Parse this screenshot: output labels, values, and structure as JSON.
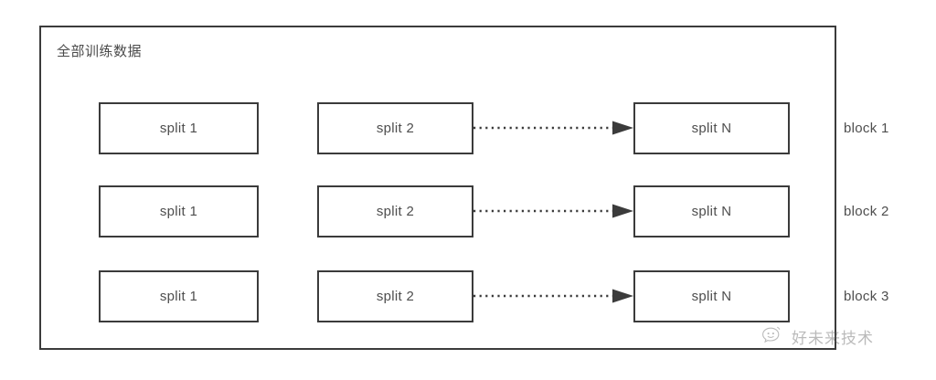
{
  "diagram": {
    "type": "block-split-diagram",
    "title": "全部训练数据",
    "columns": [
      {
        "id": "col-1",
        "label": "split 1"
      },
      {
        "id": "col-2",
        "label": "split 2"
      },
      {
        "id": "col-3",
        "label": "split N"
      }
    ],
    "rows": [
      {
        "block_label": "block 1",
        "cells": [
          {
            "label": "split 1"
          },
          {
            "label": "split 2"
          },
          {
            "label": "split N"
          }
        ],
        "connector": {
          "style": "dotted",
          "arrowhead": "solid-triangle",
          "from": "split 2",
          "to": "split N"
        }
      },
      {
        "block_label": "block 2",
        "cells": [
          {
            "label": "split 1"
          },
          {
            "label": "split 2"
          },
          {
            "label": "split N"
          }
        ],
        "connector": {
          "style": "dotted",
          "arrowhead": "solid-triangle",
          "from": "split 2",
          "to": "split N"
        }
      },
      {
        "block_label": "block 3",
        "cells": [
          {
            "label": "split 1"
          },
          {
            "label": "split 2"
          },
          {
            "label": "split N"
          }
        ],
        "connector": {
          "style": "dotted",
          "arrowhead": "solid-triangle",
          "from": "split 2",
          "to": "split N"
        }
      }
    ]
  },
  "watermark": {
    "icon": "wechat-logo-icon",
    "text": "好未来技术"
  },
  "colors": {
    "stroke": "#3b3b3b",
    "text": "#4e4e4e",
    "title_text": "#4a4a4a",
    "background": "#ffffff",
    "watermark_text": "#5d5d5d"
  }
}
